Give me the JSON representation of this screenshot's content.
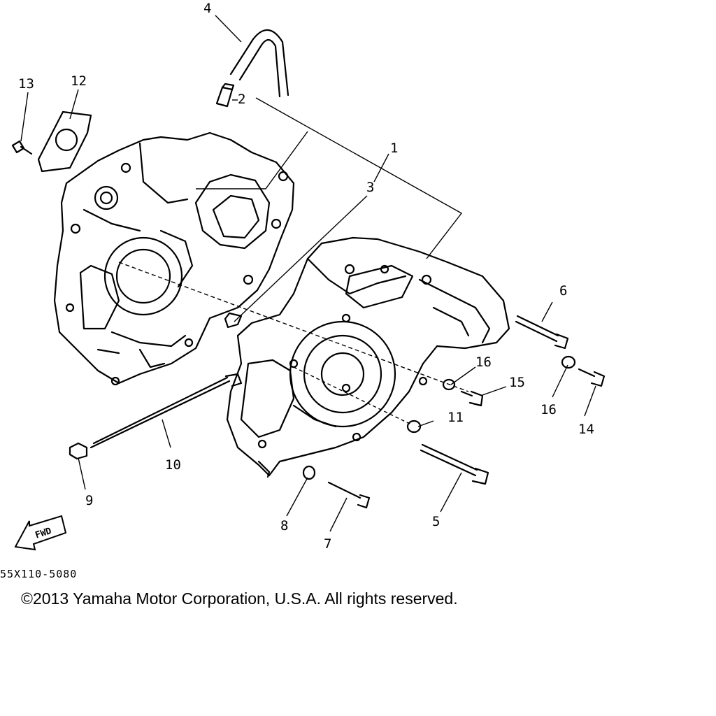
{
  "diagram": {
    "callouts": [
      "1",
      "2",
      "3",
      "4",
      "5",
      "6",
      "7",
      "8",
      "9",
      "10",
      "11",
      "12",
      "13",
      "14",
      "15",
      "16",
      "16"
    ],
    "fwd_label": "FWD",
    "diagram_code": "55X110-5080",
    "copyright": "©2013 Yamaha Motor Corporation, U.S.A. All rights reserved."
  }
}
